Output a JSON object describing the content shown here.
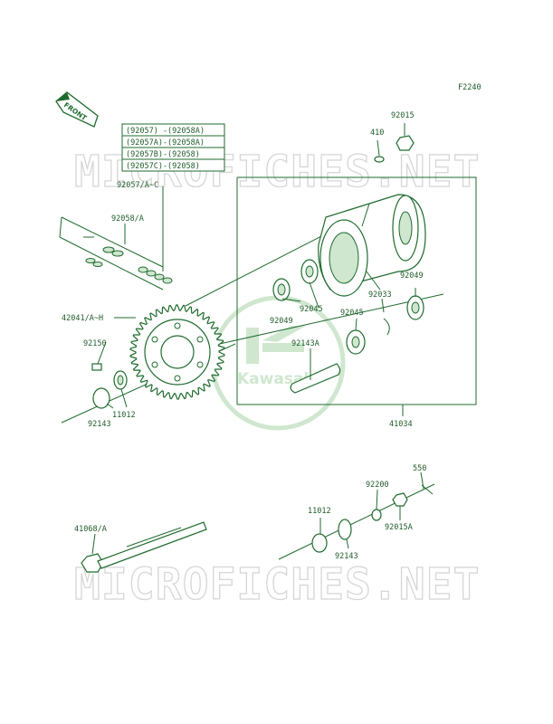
{
  "figure_code": "F2240",
  "front_label": "FRONT",
  "brand_logo_text": "Kawasaki",
  "watermark": "MICROFICHES.NET",
  "legend_rows": [
    "(92057)  -(92058A)",
    "(92057A)-(92058A)",
    "(92057B)-(92058)",
    "(92057C)-(92058)"
  ],
  "parts": {
    "p92015": "92015",
    "p410": "410",
    "p92057": "92057/A~C",
    "p92058": "92058/A",
    "p92049_a": "92049",
    "p92049_b": "92049",
    "p92045_a": "92045",
    "p92045_b": "92045",
    "p92033": "92033",
    "p42041": "42041/A~H",
    "p92143A": "92143A",
    "p92150": "92150",
    "p11012_a": "11012",
    "p92143_a": "92143",
    "p41034": "41034",
    "p550": "550",
    "p92200": "92200",
    "p11012_b": "11012",
    "p92015A": "92015A",
    "p92143_b": "92143",
    "p41068": "41068/A"
  },
  "colors": {
    "line": "#1f6b2e",
    "text": "#1f5c2a",
    "watermark": "#d6d6d6",
    "logo": "#cfe7cf"
  }
}
